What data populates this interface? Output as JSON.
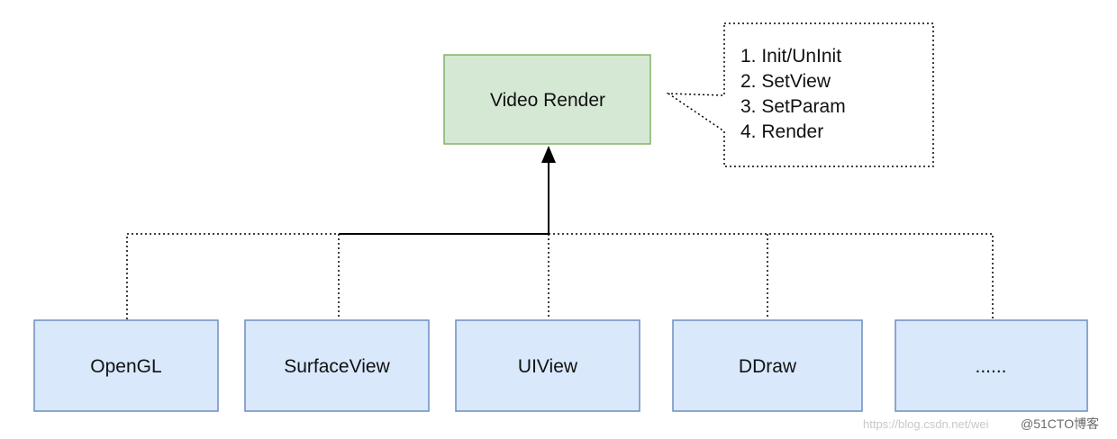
{
  "parent": {
    "label": "Video Render",
    "fill": "#d5e8d4",
    "stroke": "#82b366"
  },
  "note": {
    "lines": [
      "1. Init/UnInit",
      "2. SetView",
      "3. SetParam",
      "4. Render"
    ]
  },
  "children": [
    {
      "label": "OpenGL"
    },
    {
      "label": "SurfaceView"
    },
    {
      "label": "UIView"
    },
    {
      "label": "DDraw"
    },
    {
      "label": "......"
    }
  ],
  "child_style": {
    "fill": "#dae8fc",
    "stroke": "#6c8ebf"
  },
  "watermark": {
    "url": "https://blog.csdn.net/wei",
    "brand": "@51CTO博客"
  }
}
